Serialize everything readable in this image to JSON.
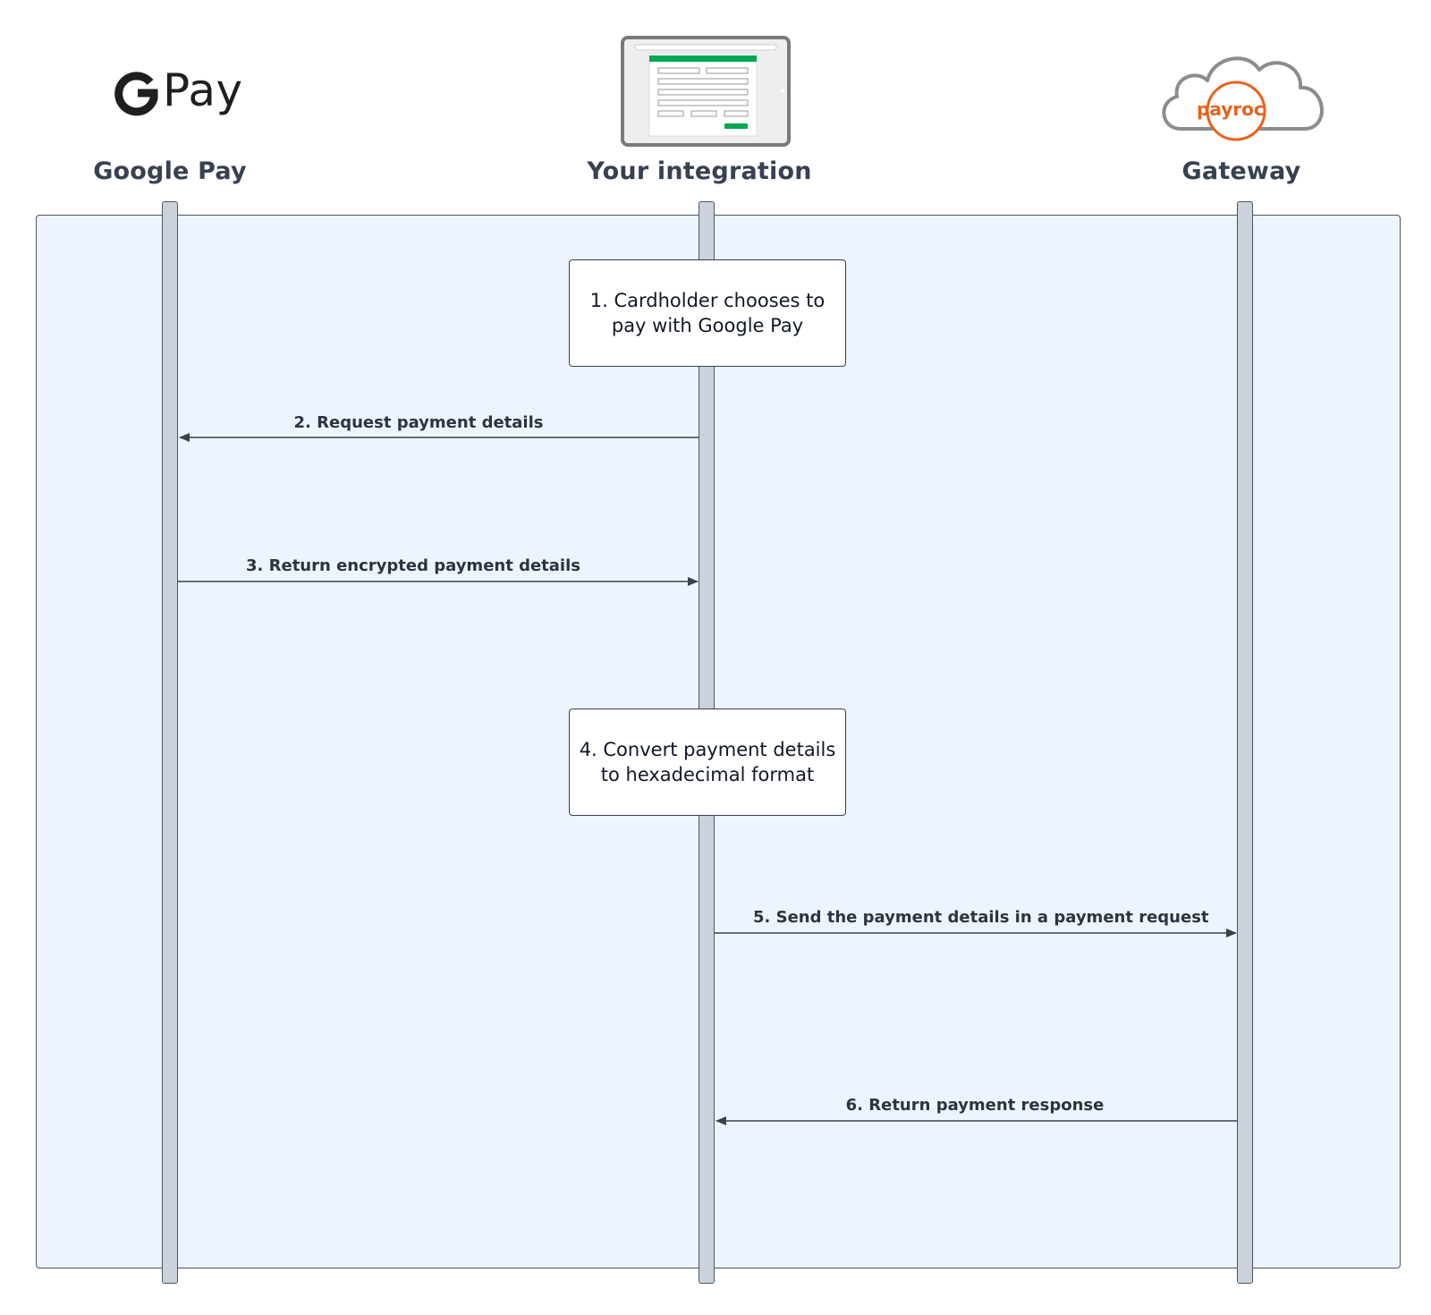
{
  "participants": [
    {
      "label": "Google Pay",
      "logo": "google-pay-logo"
    },
    {
      "label": "Your integration",
      "logo": "integration-tablet-icon"
    },
    {
      "label": "Gateway",
      "logo": "payroc-cloud-logo"
    }
  ],
  "logos": {
    "google_pay_g": "G",
    "google_pay_text": "Pay",
    "payroc_text": "payroc"
  },
  "notes": [
    {
      "text": "1. Cardholder chooses to\npay with Google Pay"
    },
    {
      "text": "4. Convert payment details\nto hexadecimal format"
    }
  ],
  "messages": [
    {
      "label": "2. Request payment details",
      "from": "Your integration",
      "to": "Google Pay"
    },
    {
      "label": "3. Return encrypted payment details",
      "from": "Google Pay",
      "to": "Your integration"
    },
    {
      "label": "5. Send the payment details in a payment request",
      "from": "Your integration",
      "to": "Gateway"
    },
    {
      "label": "6. Return payment response",
      "from": "Gateway",
      "to": "Your integration"
    }
  ],
  "colors": {
    "panel_bg": "#edf4fd",
    "lifeline": "#cbd2db",
    "payroc_orange": "#e8621d",
    "form_green": "#00a651"
  }
}
